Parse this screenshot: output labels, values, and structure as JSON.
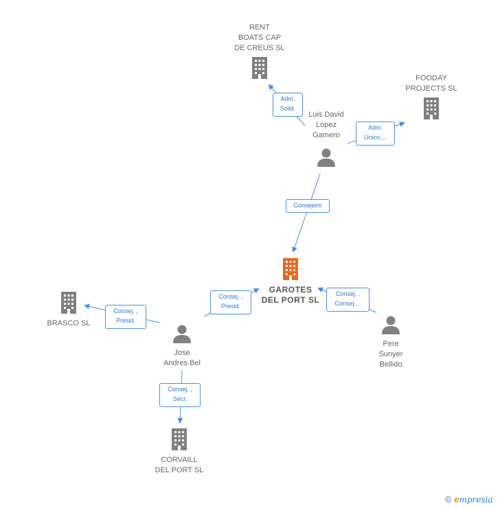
{
  "nodes": {
    "rent_boats": {
      "label": "RENT\nBOATS CAP\nDE CREUS  SL"
    },
    "fooday": {
      "label": "FOODAY\nPROJECTS  SL"
    },
    "luis": {
      "label": "Luis David\nLopez\nGamero"
    },
    "garotes": {
      "label": "GAROTES\nDEL PORT  SL"
    },
    "brasco": {
      "label": "BRASCO SL"
    },
    "jose": {
      "label": "Jose\nAndres Bel"
    },
    "pere": {
      "label": "Pere\nSunyer\nBellido"
    },
    "corvaill": {
      "label": "CORVAILL\nDEL PORT  SL"
    }
  },
  "edges": {
    "luis_rent": "Adm.\nSolid.",
    "luis_fooday": "Adm.\nUnico,...",
    "luis_garotes": "Consejero",
    "jose_garotes": "Consej. ,\nPresid.",
    "pere_garotes": "Consej. ,\nConsej....",
    "jose_brasco": "Consej. ,\nPresid.",
    "jose_corvaill": "Consej. ,\nSecr."
  },
  "colors": {
    "company": "#808080",
    "main_company": "#f26522",
    "person": "#808080",
    "edge": "#4a8fd8"
  },
  "footer": {
    "copyright": "©",
    "brand_e": "e",
    "brand_rest": "mpresia"
  }
}
